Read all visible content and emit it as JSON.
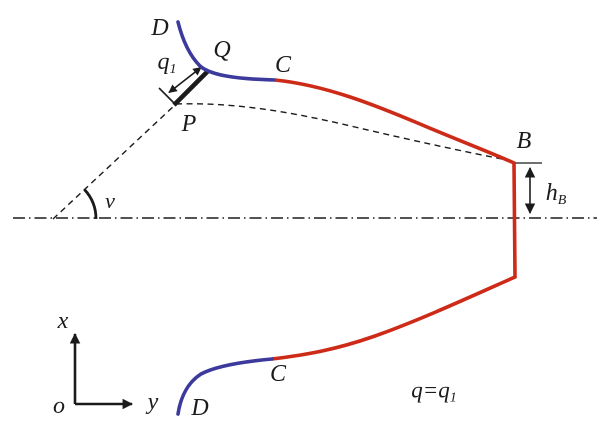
{
  "figure": {
    "colors": {
      "red": "#cd2a18",
      "blue": "#3c3a9c",
      "ink": "#1b1b1b",
      "background": "#ffffff"
    },
    "labels": {
      "d_top": "D",
      "q_point": "Q",
      "p_point": "P",
      "c_top": "C",
      "b_point": "B",
      "c_bottom": "C",
      "d_bottom": "D",
      "angle": "v",
      "axis_x": "x",
      "axis_y": "y",
      "origin": "o",
      "q1": {
        "base": "q",
        "sub": "1"
      },
      "h_b": {
        "base": "h",
        "sub": "B"
      },
      "flow_condition": {
        "base": "q=q",
        "sub": "1"
      }
    }
  }
}
